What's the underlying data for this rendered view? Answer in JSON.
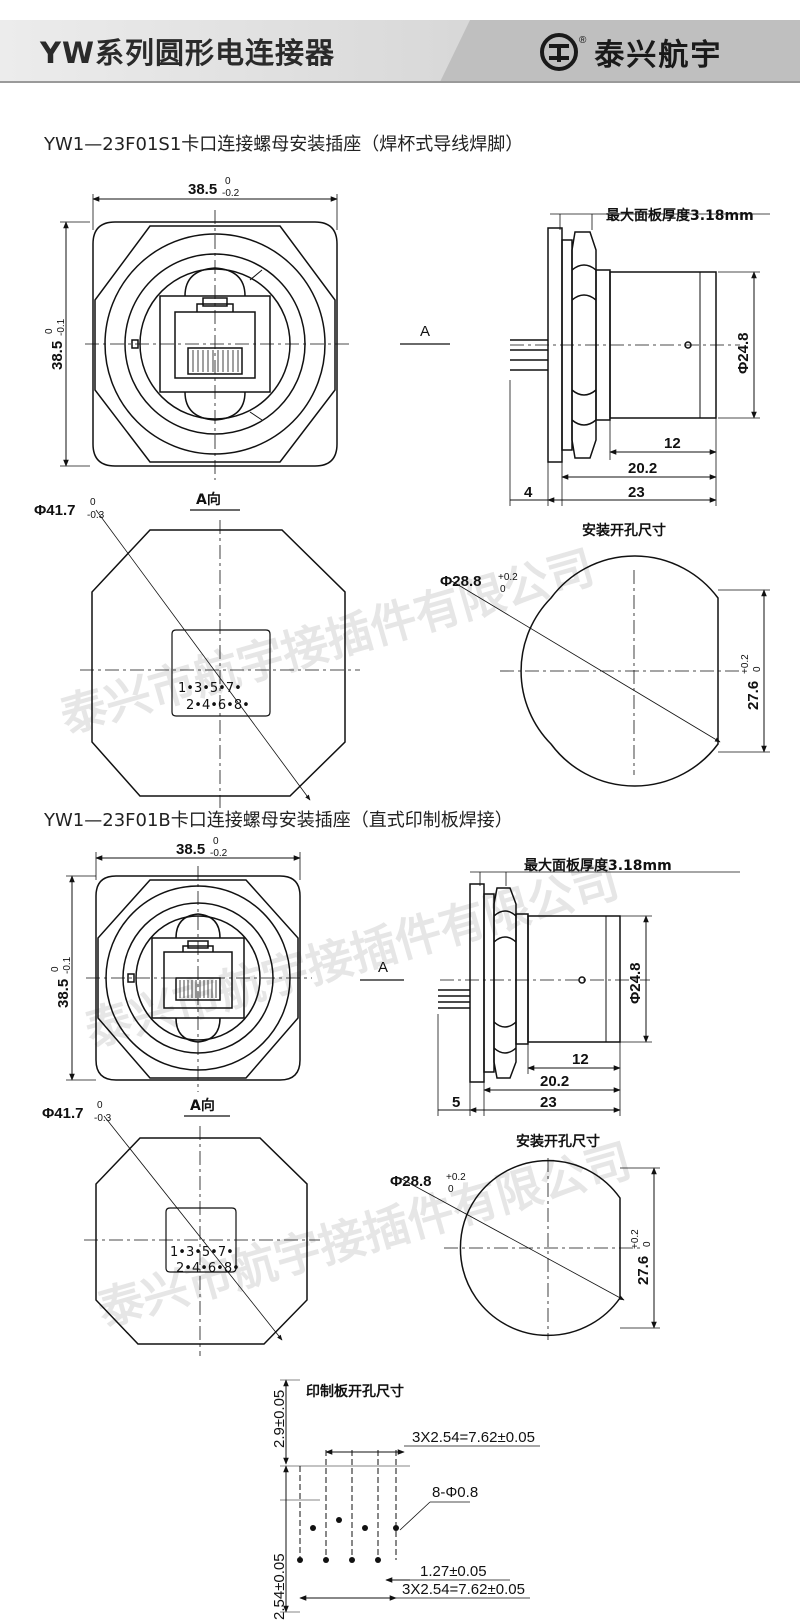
{
  "header": {
    "title": "YW系列圆形电连接器",
    "brand_name": "泰兴航宇",
    "brand_mark": "®"
  },
  "section1": {
    "title": "YW1—23F01S1卡口连接螺母安装插座（焊杯式导线焊脚）",
    "width_dim": "38.5",
    "width_tol_upper": "0",
    "width_tol_lower": "-0.2",
    "height_dim": "38.5",
    "height_tol_upper": "0",
    "height_tol_lower": "-0.1",
    "view_label": "A",
    "panel_thickness": "最大面板厚度3.18mm",
    "diameter": "Φ24.8",
    "len_12": "12",
    "len_20_2": "20.2",
    "len_4": "4",
    "len_23": "23",
    "cutout_label": "安装开孔尺寸",
    "a_view": "A向",
    "flange_dia": "Φ41.7",
    "flange_tol_upper": "0",
    "flange_tol_lower": "-0.3",
    "pins_row1": "1•3•5•7•",
    "pins_row2": "2•4•6•8•",
    "hole_dia": "Φ28.8",
    "hole_dia_tol_upper": "+0.2",
    "hole_dia_tol_lower": "0",
    "hole_flat": "27.6",
    "hole_flat_tol_upper": "+0.2",
    "hole_flat_tol_lower": "0"
  },
  "section2": {
    "title": "YW1—23F01B卡口连接螺母安装插座（直式印制板焊接）",
    "width_dim": "38.5",
    "width_tol_upper": "0",
    "width_tol_lower": "-0.2",
    "height_dim": "38.5",
    "height_tol_upper": "0",
    "height_tol_lower": "-0.1",
    "view_label": "A",
    "panel_thickness": "最大面板厚度3.18mm",
    "diameter": "Φ24.8",
    "len_12": "12",
    "len_20_2": "20.2",
    "len_5": "5",
    "len_23": "23",
    "cutout_label": "安装开孔尺寸",
    "a_view": "A向",
    "flange_dia": "Φ41.7",
    "flange_tol_upper": "0",
    "flange_tol_lower": "-0.3",
    "pins_row1": "1•3•5•7•",
    "pins_row2": "2•4•6•8•",
    "hole_dia": "Φ28.8",
    "hole_dia_tol_upper": "+0.2",
    "hole_dia_tol_lower": "0",
    "hole_flat": "27.6",
    "hole_flat_tol_upper": "+0.2",
    "hole_flat_tol_lower": "0"
  },
  "pcb": {
    "title": "印制板开孔尺寸",
    "dim_top": "2.9±0.05",
    "pitch_top": "3X2.54=7.62±0.05",
    "holes": "8-Φ0.8",
    "offset": "1.27±0.05",
    "pitch_bottom": "3X2.54=7.62±0.05",
    "dim_left": "2.54±0.05"
  },
  "watermark": {
    "text": "泰兴市航宇接插件有限公司"
  },
  "colors": {
    "header_left": "#e8e8e8",
    "header_right": "#bdbdbd",
    "line": "#111111",
    "watermark": "#b9b9b9"
  }
}
